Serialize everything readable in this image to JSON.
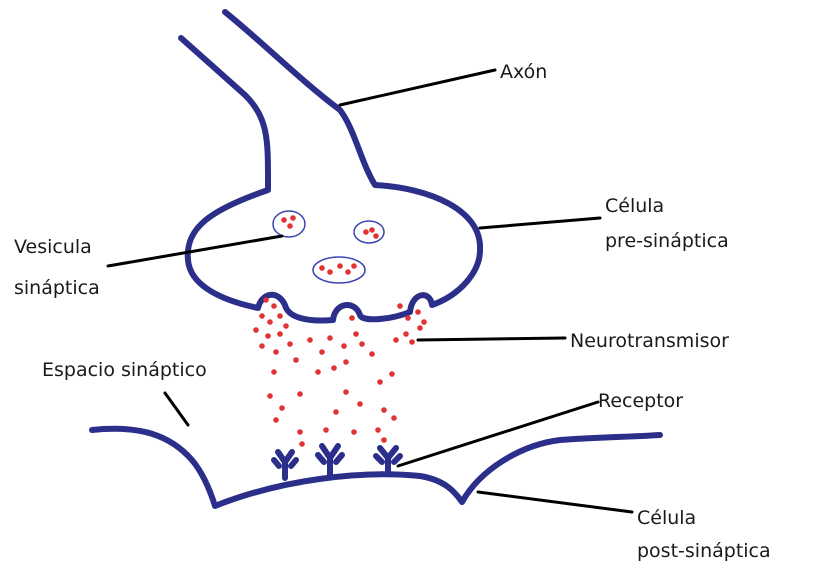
{
  "labels": {
    "axon": "Axón",
    "presynaptic_line1": "Célula",
    "presynaptic_line2": "pre-sináptica",
    "vesicle_line1": "Vesicula",
    "vesicle_line2": "sináptica",
    "neurotransmitter": "Neurotransmisor",
    "synaptic_space": "Espacio sináptico",
    "receptor": "Receptor",
    "postsynaptic_line1": "Célula",
    "postsynaptic_line2": "post-sináptica"
  },
  "colors": {
    "membrane": "#2b2f8a",
    "neurotransmitter": "#e03333",
    "vesicle_outline": "#3b45b0",
    "leader_line": "#000000"
  }
}
